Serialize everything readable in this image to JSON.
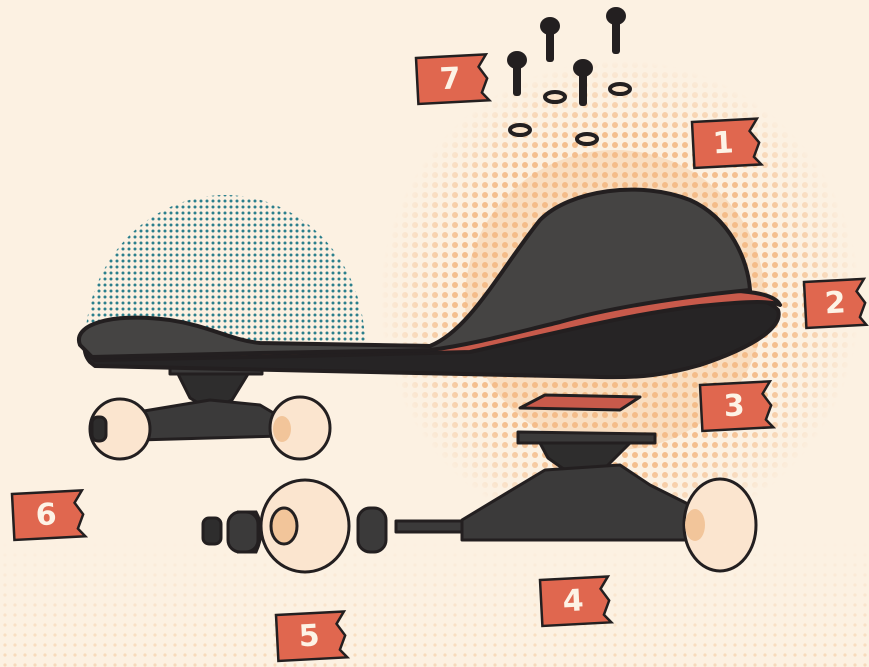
{
  "diagram": {
    "colors": {
      "background": "#fcf1e2",
      "tag": "#e0674f",
      "tag_text": "#fdf3e6",
      "outline": "#231f20",
      "deck_top": "#454443",
      "deck_bottom": "#262425",
      "grip_edge": "#c85a4b",
      "dots_orange": "#f3b985",
      "dots_teal": "#2b7f8c",
      "wheel": "#fbe5cf",
      "bearing": "#f2c59a",
      "truck": "#3b3a3a"
    },
    "labels": [
      "1",
      "2",
      "3",
      "4",
      "5",
      "6",
      "7"
    ],
    "parts": {
      "deck": "deck",
      "grip": "griptape",
      "riser": "riser-pad",
      "truck": "truck",
      "wheel": "wheel",
      "bushings": "bushings",
      "hardware": "bolts-and-nuts"
    }
  }
}
